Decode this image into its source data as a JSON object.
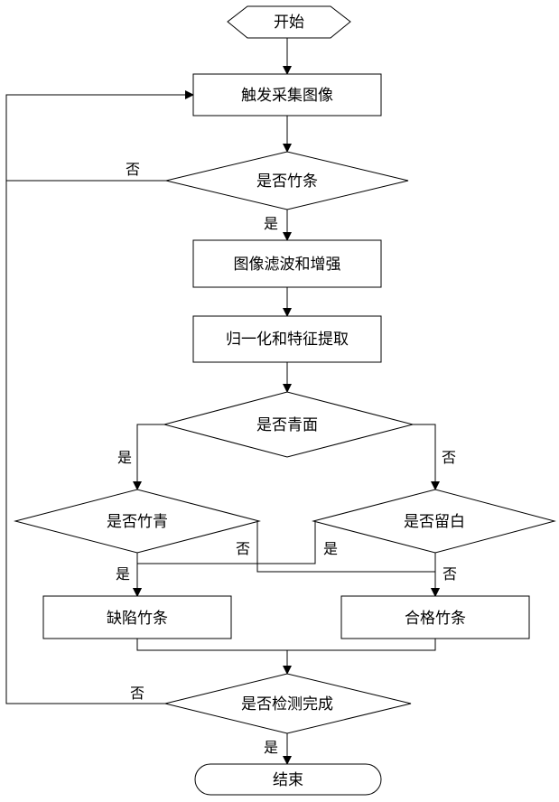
{
  "nodes": {
    "start": "开始",
    "capture": "触发采集图像",
    "is_bamboo": "是否竹条",
    "filter": "图像滤波和增强",
    "normalize": "归一化和特征提取",
    "is_green_face": "是否青面",
    "is_bamboo_green": "是否竹青",
    "is_white": "是否留白",
    "defective": "缺陷竹条",
    "qualified": "合格竹条",
    "is_done": "是否检测完成",
    "end": "结束"
  },
  "edges": {
    "bamboo_no": "否",
    "bamboo_yes": "是",
    "green_face_yes": "是",
    "green_face_no": "否",
    "bamboo_green_no": "否",
    "bamboo_green_yes": "是",
    "white_yes": "是",
    "white_no": "否",
    "done_no": "否",
    "done_yes": "是"
  },
  "colors": {
    "stroke": "#000000",
    "fill": "#ffffff"
  }
}
